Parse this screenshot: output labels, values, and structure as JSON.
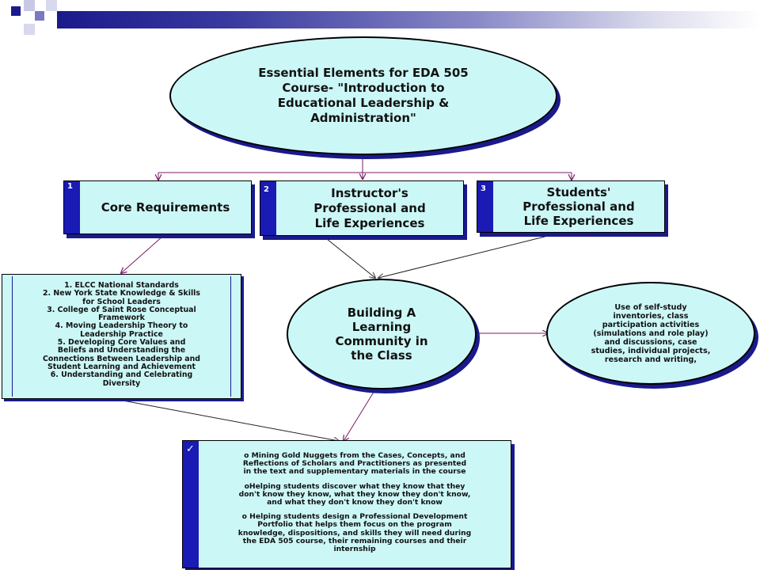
{
  "colors": {
    "fill": "#ccf7f7",
    "shadow": "#1a1a8c",
    "stripe": "#1a1ab4",
    "arrow": "#7a1a6a"
  },
  "title_ellipse": {
    "lines": [
      "Essential Elements for  EDA 505",
      "Course-  \"Introduction to",
      "Educational Leadership &",
      "Administration\""
    ]
  },
  "boxes": [
    {
      "num": "1",
      "lines": [
        "Core Requirements"
      ]
    },
    {
      "num": "2",
      "lines": [
        "Instructor's",
        "Professional and",
        "Life Experiences"
      ]
    },
    {
      "num": "3",
      "lines": [
        "Students'",
        "Professional and",
        "Life Experiences"
      ]
    }
  ],
  "requirements_list": [
    "1. ELCC National Standards",
    "2.  New York State Knowledge & Skills",
    "for School Leaders",
    "3. College of Saint Rose Conceptual",
    "Framework",
    "4.  Moving Leadership Theory to",
    "Leadership Practice",
    "5.  Developing Core Values and",
    "Beliefs and Understanding the",
    "Connections Between Leadership and",
    "Student Learning and Achievement",
    "6.  Understanding and Celebrating",
    "Diversity"
  ],
  "center_ellipse": {
    "lines": [
      "Building A",
      "Learning",
      "Community in",
      "the Class"
    ]
  },
  "activities_ellipse": {
    "lines": [
      "Use of self-study",
      "inventories, class",
      "participation activities",
      "(simulations and role play)",
      "and discussions, case",
      "studies, individual projects,",
      "research and writing,"
    ]
  },
  "bottom_box": {
    "check": "✓",
    "paragraphs": [
      [
        "o Mining Gold Nuggets from the Cases, Concepts, and",
        "Reflections of Scholars and Practitioners as presented",
        "in the text and supplementary materials in the course"
      ],
      [
        "oHelping students discover what they know that they",
        "don't know they know,  what they know they don't know,",
        "and what they don't know they don't know"
      ],
      [
        "o Helping students design a Professional Development",
        "Portfolio that helps them focus on the program",
        "knowledge, dispositions, and skills they will need during",
        "the EDA 505 course, their remaining courses and their",
        "internship"
      ]
    ]
  }
}
